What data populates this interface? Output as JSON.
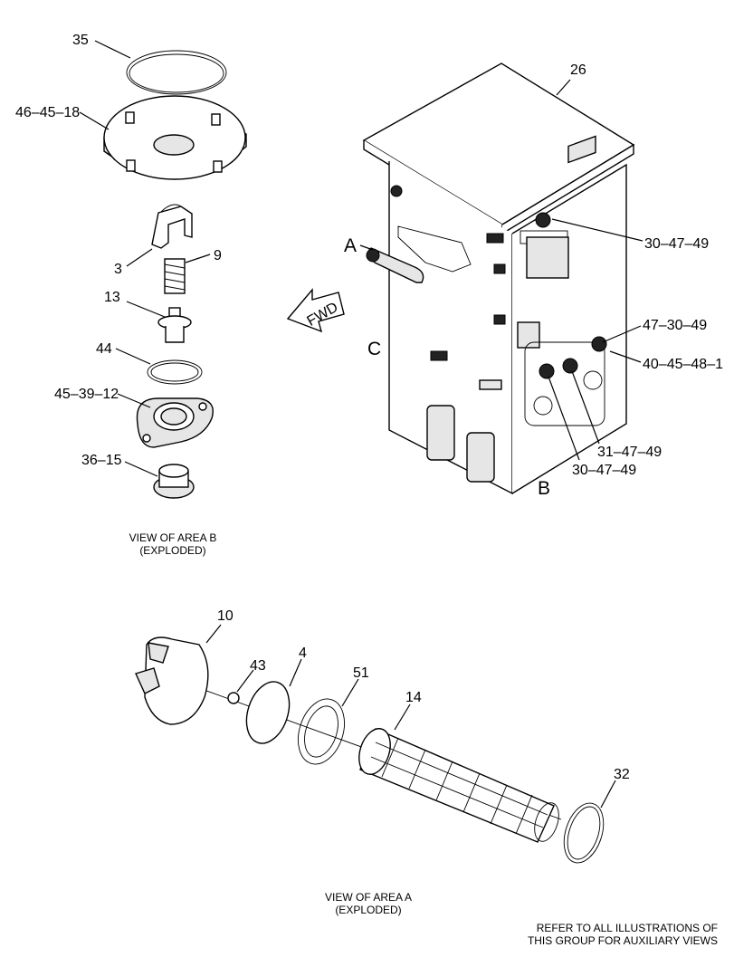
{
  "callouts": {
    "c35": "35",
    "c46_45_18": "46–45–18",
    "c3": "3",
    "c9": "9",
    "c13": "13",
    "c44": "44",
    "c45_39_12": "45–39–12",
    "c36_15": "36–15",
    "c26": "26",
    "c30_47_49_top": "30–47–49",
    "c47_30_49": "47–30–49",
    "c40_45_48_1": "40–45–48–1",
    "c31_47_49": "31–47–49",
    "c30_47_49_bottom": "30–47–49",
    "c10": "10",
    "c43": "43",
    "c4": "4",
    "c51": "51",
    "c14": "14",
    "c32": "32"
  },
  "area_letters": {
    "a": "A",
    "b": "B",
    "c": "C"
  },
  "fwd_arrow_label": "FWD",
  "captions": {
    "area_b_line1": "VIEW OF AREA B",
    "area_b_line2": "(EXPLODED)",
    "area_a_line1": "VIEW OF AREA  A",
    "area_a_line2": "(EXPLODED)",
    "note_line1": "REFER TO ALL ILLUSTRATIONS OF",
    "note_line2": "THIS GROUP FOR AUXILIARY VIEWS"
  }
}
